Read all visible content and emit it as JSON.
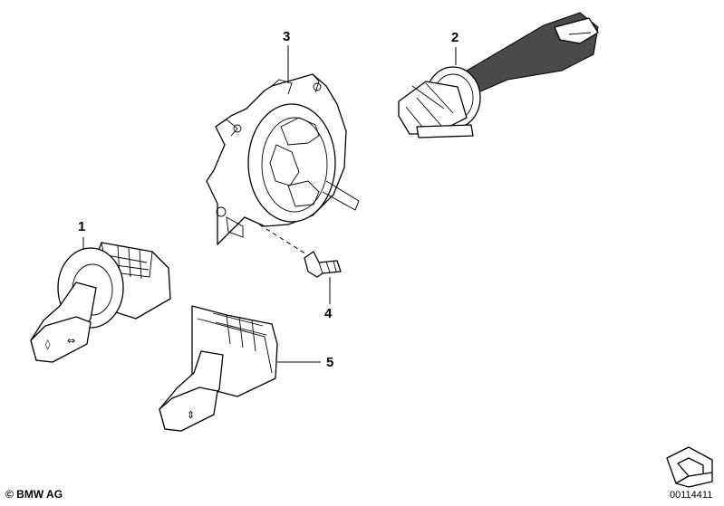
{
  "callouts": [
    {
      "id": "1",
      "label": "1"
    },
    {
      "id": "2",
      "label": "2"
    },
    {
      "id": "3",
      "label": "3"
    },
    {
      "id": "4",
      "label": "4"
    },
    {
      "id": "5",
      "label": "5"
    }
  ],
  "footer": {
    "copyright": "© BMW AG",
    "diagram_number": "00114411"
  }
}
